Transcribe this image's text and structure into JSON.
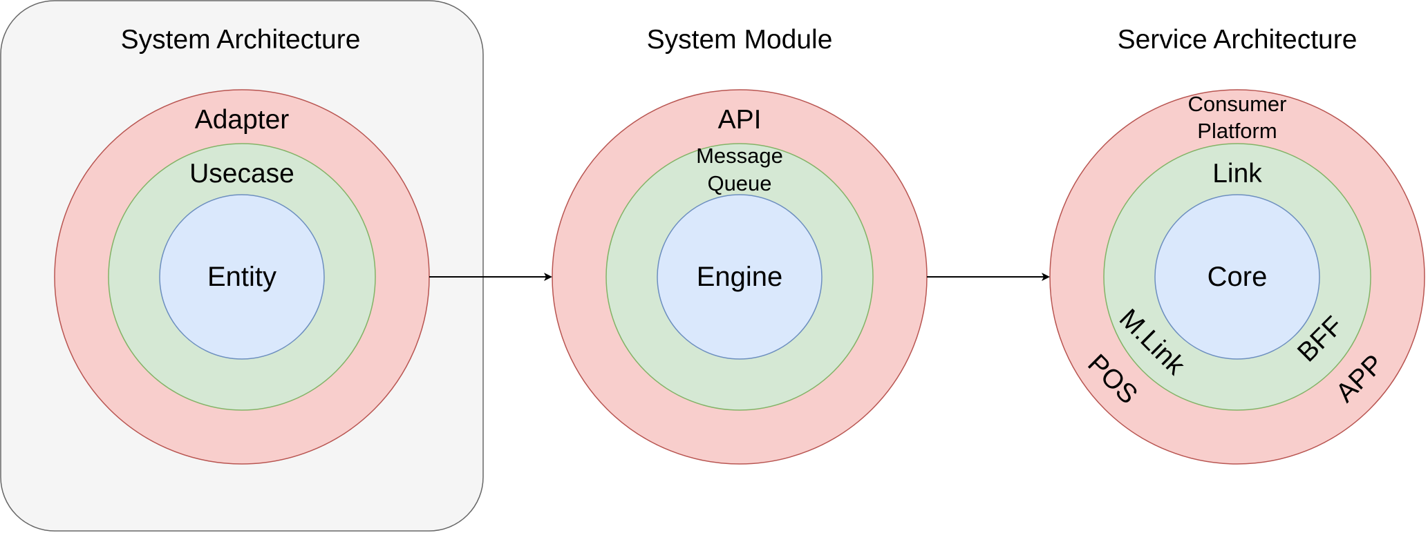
{
  "colors": {
    "outer_fill": "#f8cecc",
    "outer_stroke": "#b85450",
    "middle_fill": "#d5e8d4",
    "middle_stroke": "#82b366",
    "inner_fill": "#dae8fc",
    "inner_stroke": "#6c8ebf",
    "container_fill": "#f5f5f5",
    "container_stroke": "#666666"
  },
  "system_architecture": {
    "title": "System Architecture",
    "outer": "Adapter",
    "middle": "Usecase",
    "core": "Entity"
  },
  "system_module": {
    "title": "System Module",
    "outer": "API",
    "middle_line1": "Message",
    "middle_line2": "Queue",
    "core": "Engine"
  },
  "service_architecture": {
    "title": "Service Architecture",
    "outer_line1": "Consumer",
    "outer_line2": "Platform",
    "outer_left": "POS",
    "outer_right": "APP",
    "middle": "Link",
    "middle_left": "M.Link",
    "middle_right": "BFF",
    "core": "Core"
  },
  "connectors": [
    {
      "from": "system-architecture",
      "to": "system-module"
    },
    {
      "from": "system-module",
      "to": "service-architecture"
    }
  ]
}
